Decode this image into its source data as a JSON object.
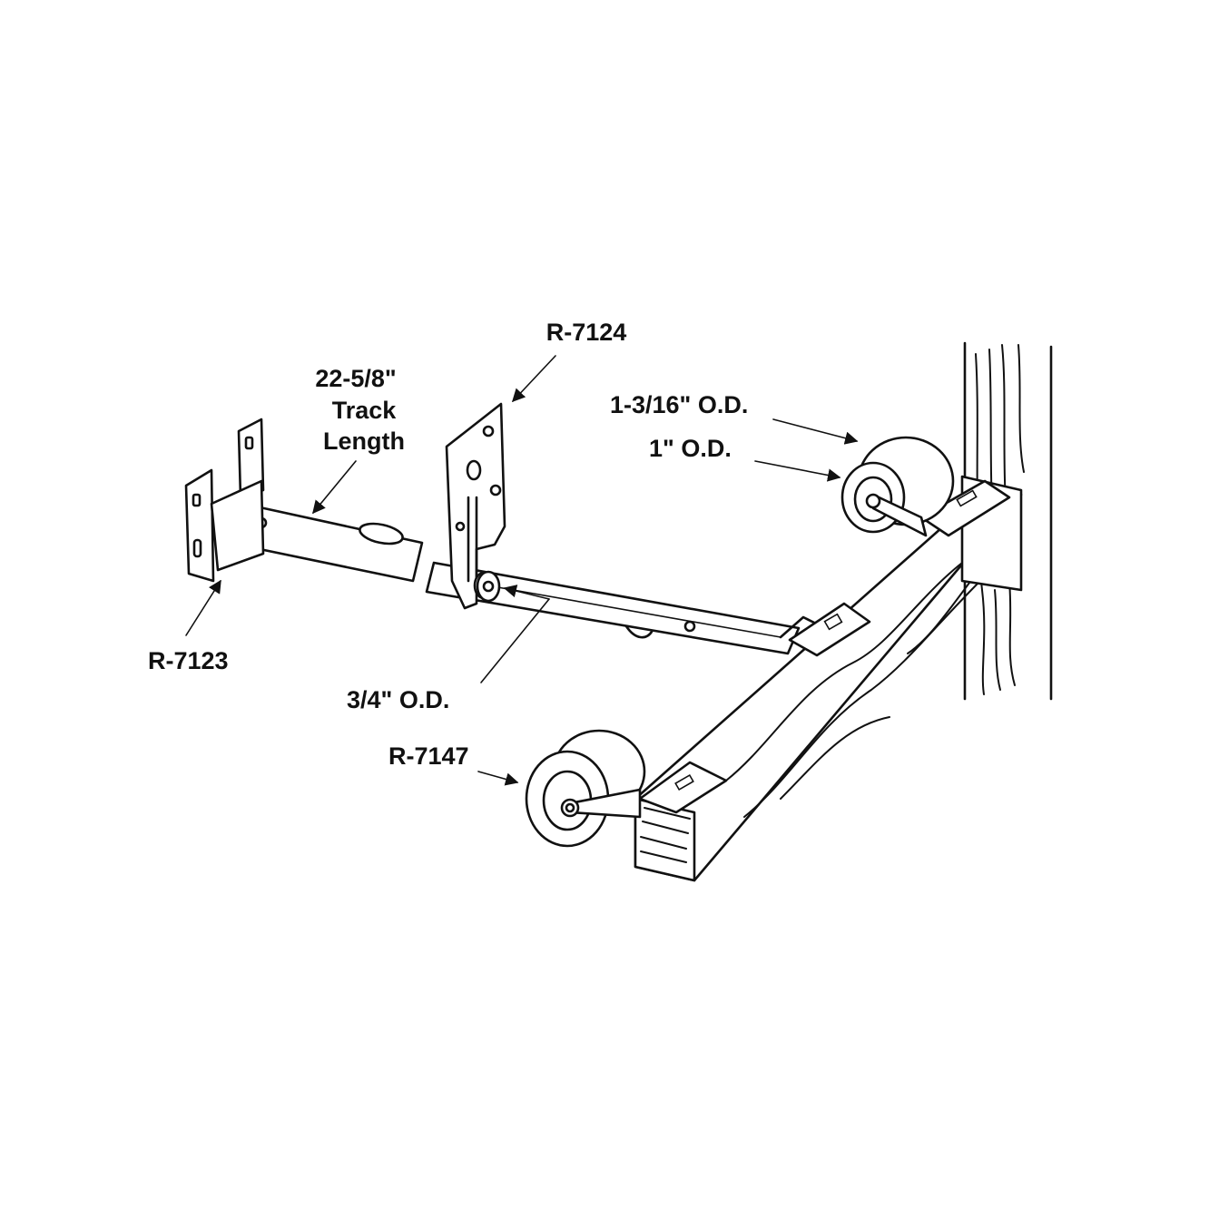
{
  "labels": {
    "track_length": [
      "22-5/8\"",
      "Track",
      "Length"
    ],
    "r7124": "R-7124",
    "wheel_large": "1-3/16\" O.D.",
    "wheel_small": "1\" O.D.",
    "r7123": "R-7123",
    "roller_small": "3/4\" O.D.",
    "r7147": "R-7147"
  },
  "colors": {
    "ink": "#111111",
    "background": "#ffffff"
  }
}
